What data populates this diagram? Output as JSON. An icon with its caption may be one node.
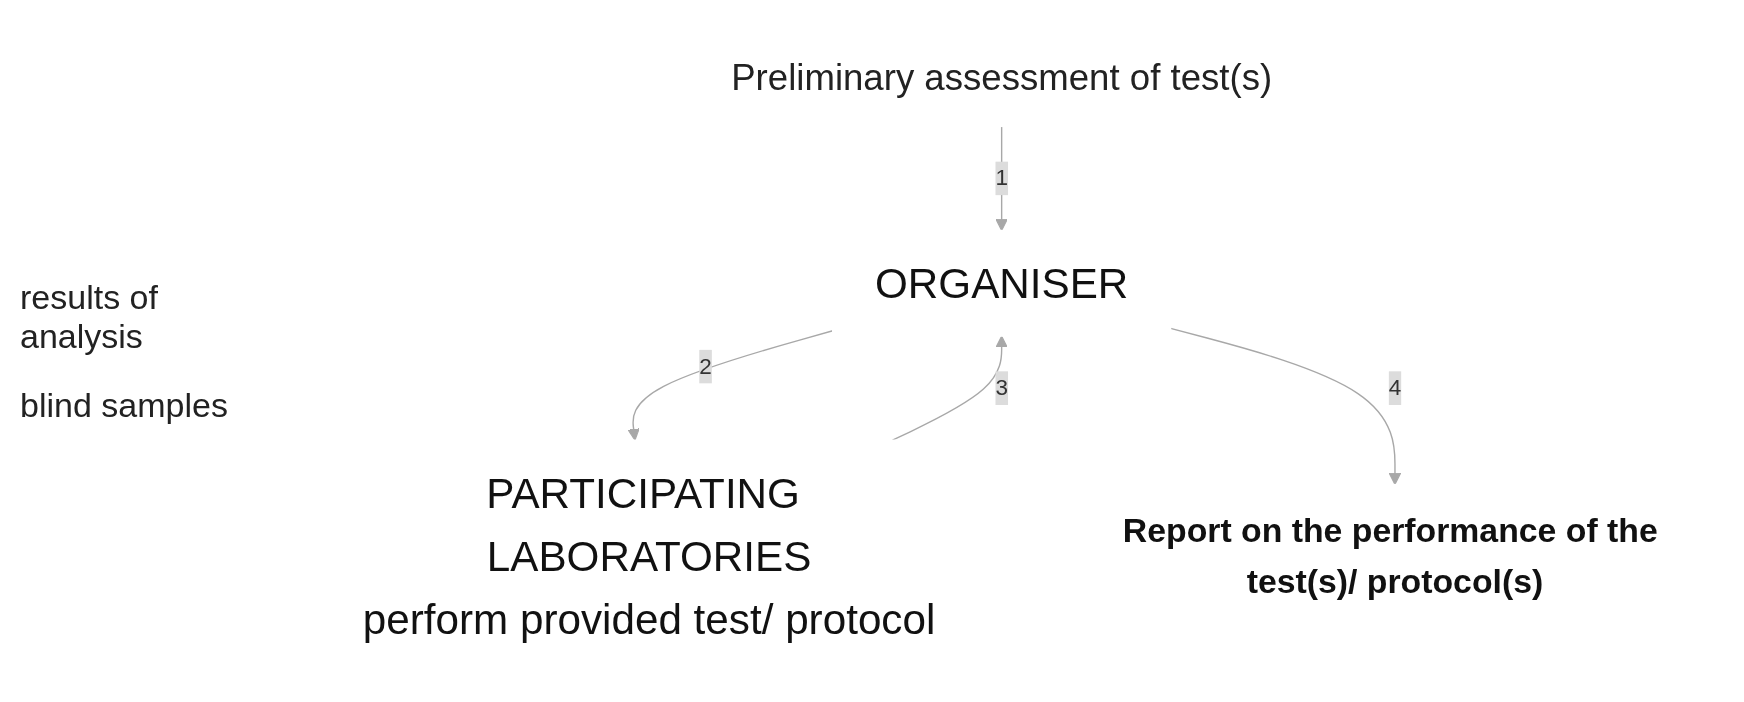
{
  "diagram": {
    "nodes": [
      {
        "text": [
          "Preliminary assessment of test(s)"
        ]
      },
      {
        "text": [
          "ORGANISER"
        ]
      },
      {
        "text": [
          "PARTICIPATING LABORATORIES",
          "perform provided test/ protocol"
        ]
      },
      {
        "text": [
          "Report on the performance of the test(s)/ protocol(s)"
        ]
      }
    ],
    "edges": [
      {
        "from": 0,
        "to": 1,
        "arrow": "to",
        "label": "1"
      },
      {
        "from": 1,
        "to": 2,
        "arrow": "to",
        "label": "2"
      },
      {
        "from": 2,
        "to": 1,
        "arrow": "to",
        "label": "3"
      },
      {
        "from": 1,
        "to": 3,
        "arrow": "to",
        "label": "4"
      }
    ],
    "labels": [
      "results of analysis",
      "blind samples"
    ]
  }
}
